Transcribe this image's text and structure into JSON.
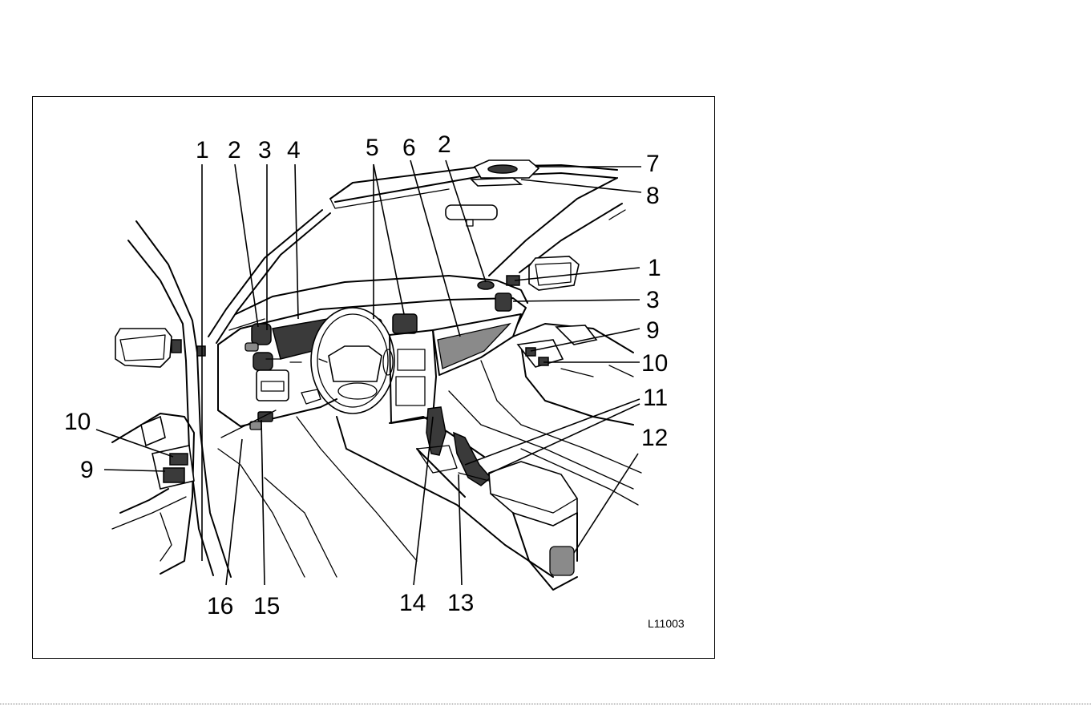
{
  "figure": {
    "image_code": "L11003",
    "callouts": [
      {
        "id": "c1a",
        "text": "1"
      },
      {
        "id": "c2a",
        "text": "2"
      },
      {
        "id": "c3a",
        "text": "3"
      },
      {
        "id": "c4",
        "text": "4"
      },
      {
        "id": "c5",
        "text": "5"
      },
      {
        "id": "c6",
        "text": "6"
      },
      {
        "id": "c2b",
        "text": "2"
      },
      {
        "id": "c7",
        "text": "7"
      },
      {
        "id": "c8",
        "text": "8"
      },
      {
        "id": "c1b",
        "text": "1"
      },
      {
        "id": "c3b",
        "text": "3"
      },
      {
        "id": "c9a",
        "text": "9"
      },
      {
        "id": "c10a",
        "text": "10"
      },
      {
        "id": "c11",
        "text": "11"
      },
      {
        "id": "c12",
        "text": "12"
      },
      {
        "id": "c10b",
        "text": "10"
      },
      {
        "id": "c9b",
        "text": "9"
      },
      {
        "id": "c16",
        "text": "16"
      },
      {
        "id": "c15",
        "text": "15"
      },
      {
        "id": "c14",
        "text": "14"
      },
      {
        "id": "c13",
        "text": "13"
      }
    ]
  }
}
